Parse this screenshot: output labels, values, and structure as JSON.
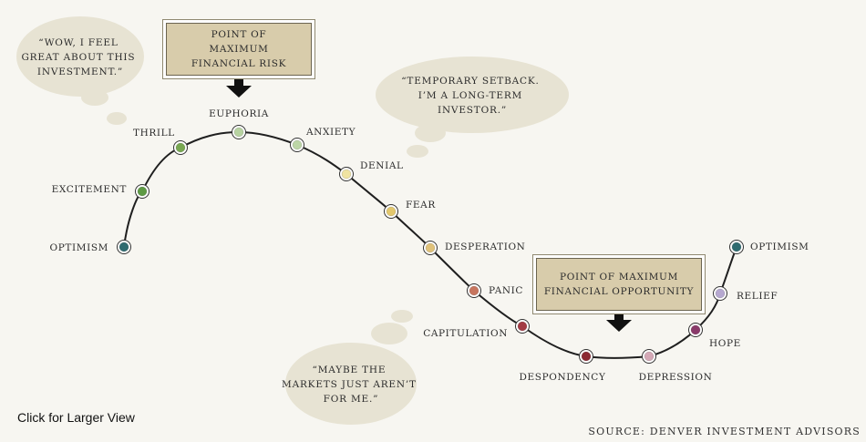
{
  "bubbles": {
    "thrill_quote": [
      "“WOW, I FEEL",
      "GREAT ABOUT THIS",
      "INVESTMENT.”"
    ],
    "setback_quote": [
      "“TEMPORARY SETBACK.",
      "I’M A LONG-TERM",
      "INVESTOR.”"
    ],
    "doubt_quote": [
      "“MAYBE THE",
      "MARKETS JUST AREN’T",
      "FOR ME.”"
    ]
  },
  "callouts": {
    "risk": "POINT OF MAXIMUM FINANCIAL RISK",
    "opportunity": "POINT OF MAXIMUM FINANCIAL OPPORTUNITY"
  },
  "stages": [
    {
      "label": "OPTIMISM",
      "color": "#2f6b70"
    },
    {
      "label": "EXCITEMENT",
      "color": "#5e9a44"
    },
    {
      "label": "THRILL",
      "color": "#78a852"
    },
    {
      "label": "EUPHORIA",
      "color": "#b7d3a1"
    },
    {
      "label": "ANXIETY",
      "color": "#bcd6a6"
    },
    {
      "label": "DENIAL",
      "color": "#efe3a2"
    },
    {
      "label": "FEAR",
      "color": "#e3c86e"
    },
    {
      "label": "DESPERATION",
      "color": "#e0c27a"
    },
    {
      "label": "PANIC",
      "color": "#c7755e"
    },
    {
      "label": "CAPITULATION",
      "color": "#a33b44"
    },
    {
      "label": "DESPONDENCY",
      "color": "#8c2a33"
    },
    {
      "label": "DEPRESSION",
      "color": "#d4a8b6"
    },
    {
      "label": "HOPE",
      "color": "#8a3a6a"
    },
    {
      "label": "RELIEF",
      "color": "#b6a8d0"
    },
    {
      "label": "OPTIMISM",
      "color": "#2f6b70"
    }
  ],
  "colors": {
    "bubble": "#e7e3d3",
    "callout": "#d8ccab",
    "curve": "#1f1f1f"
  },
  "caption": "Click for Larger View",
  "source": "SOURCE: DENVER INVESTMENT ADVISORS"
}
